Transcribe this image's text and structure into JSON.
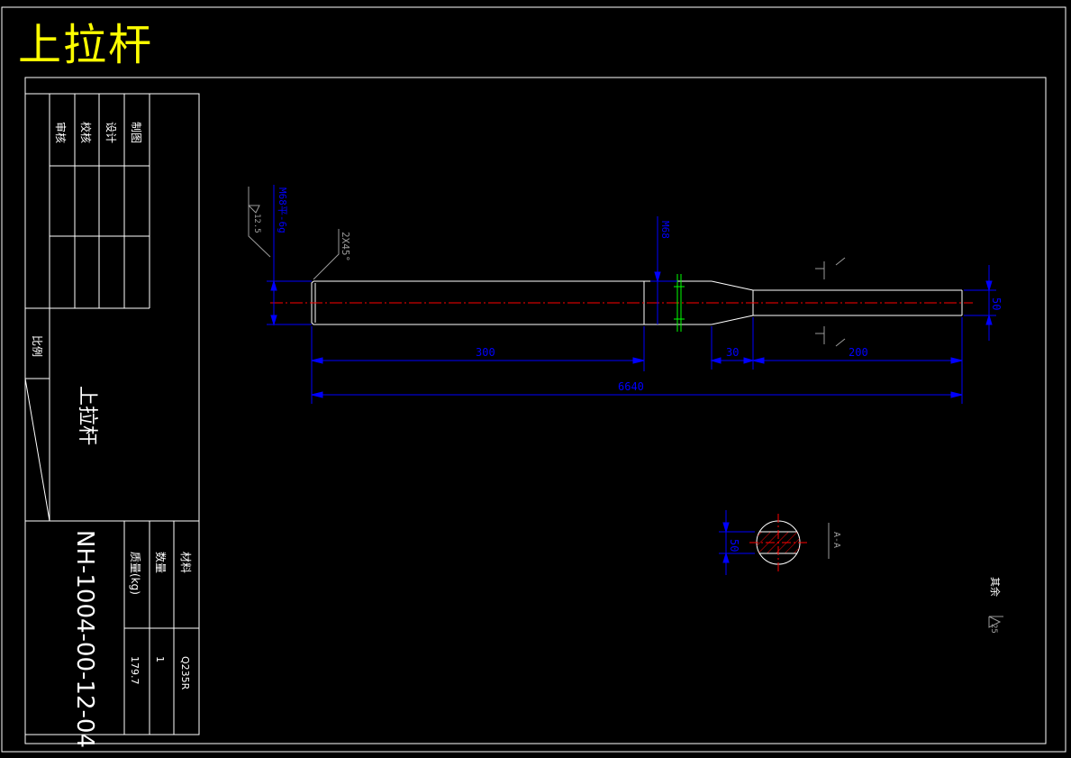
{
  "title": "上拉杆",
  "title_block": {
    "sign_rows": [
      "制图",
      "设计",
      "校核",
      "审核"
    ],
    "scale_label": "比例",
    "part_name": "上拉杆",
    "drawing_no": "NH-1004-00-12-04",
    "material_label": "材料",
    "material_value": "Q235R",
    "qty_label": "数量",
    "qty_value": "1",
    "mass_label": "质量(kg)",
    "mass_value": "179.7"
  },
  "dims": {
    "thread_left": "M68平-6g",
    "rough_left": "12.5",
    "chamfer": "2X45°",
    "thread_mid": "M68",
    "len_300": "300",
    "len_30": "30",
    "len_200": "200",
    "len_total": "6640",
    "dia_right": "50",
    "section_dia": "50",
    "section_label": "A-A",
    "rest_label": "其余",
    "rest_rough": "25"
  },
  "colors": {
    "background": "#000000",
    "title": "#ffff00",
    "lines": "#ffffff",
    "dimensions": "#0000ff",
    "centerline": "#ff0000",
    "thread": "#00ff00",
    "annotation": "#9a9a9a"
  }
}
